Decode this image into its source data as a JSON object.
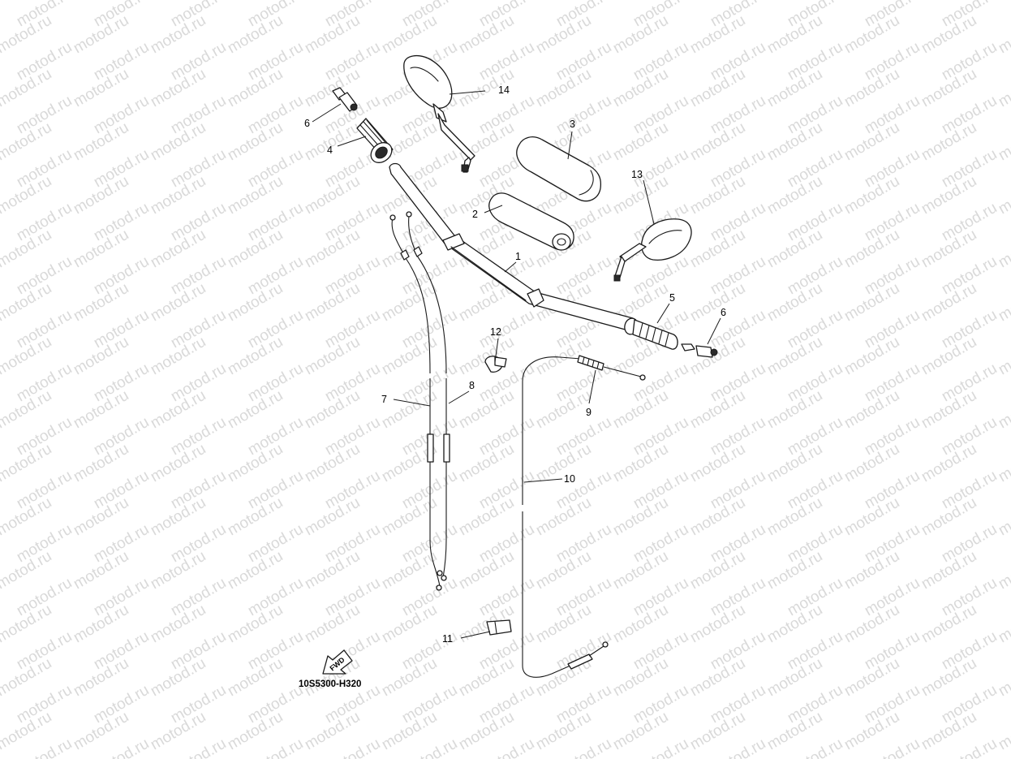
{
  "watermark": {
    "text": "motod.ru"
  },
  "diagram_code": "10S5300-H320",
  "direction_badge": "FWD",
  "callouts": [
    {
      "id": "1",
      "label": "1"
    },
    {
      "id": "2",
      "label": "2"
    },
    {
      "id": "3",
      "label": "3"
    },
    {
      "id": "4",
      "label": "4"
    },
    {
      "id": "5",
      "label": "5"
    },
    {
      "id": "6a",
      "label": "6"
    },
    {
      "id": "6b",
      "label": "6"
    },
    {
      "id": "7",
      "label": "7"
    },
    {
      "id": "8",
      "label": "8"
    },
    {
      "id": "9",
      "label": "9"
    },
    {
      "id": "10",
      "label": "10"
    },
    {
      "id": "11",
      "label": "11"
    },
    {
      "id": "12",
      "label": "12"
    },
    {
      "id": "13",
      "label": "13"
    },
    {
      "id": "14",
      "label": "14"
    }
  ]
}
